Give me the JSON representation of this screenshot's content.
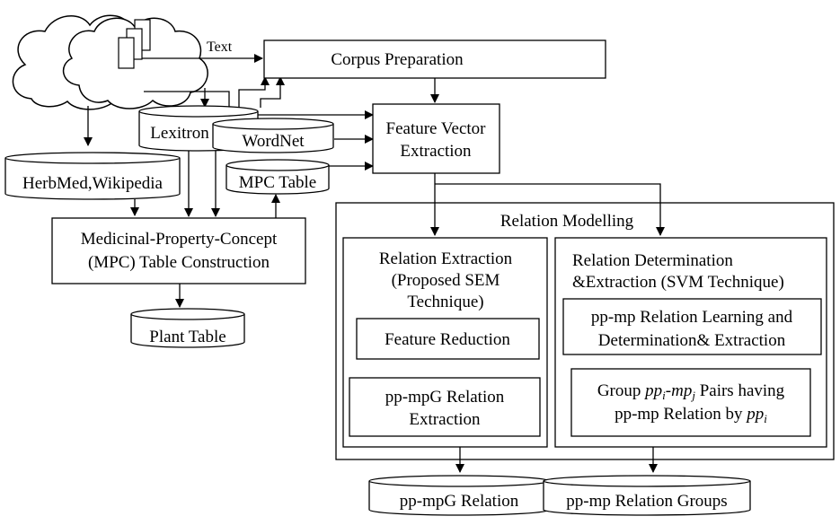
{
  "edge_labels": {
    "text": "Text"
  },
  "nodes": {
    "corpus_preparation": "Corpus Preparation",
    "feature_vector_extraction": [
      "Feature Vector",
      "Extraction"
    ],
    "mpc_table_construction": [
      "Medicinal-Property-Concept",
      "(MPC) Table Construction"
    ],
    "relation_modelling": "Relation Modelling",
    "relation_extraction_sem": [
      "Relation Extraction",
      "(Proposed SEM",
      "Technique)"
    ],
    "feature_reduction": "Feature Reduction",
    "ppmpg_relation_extraction": [
      "pp-mpG Relation",
      "Extraction"
    ],
    "relation_determination_svm": [
      "Relation Determination",
      "&Extraction (SVM Technique)"
    ],
    "ppmp_relation_learning": [
      "pp-mp Relation Learning and",
      "Determination& Extraction"
    ],
    "group_pairs": {
      "line1_prefix": "Group ",
      "line1_pp": "pp",
      "line1_sub_i": "i",
      "line1_dash": "-",
      "line1_mp": "mp",
      "line1_sub_j": "j",
      "line1_suffix": " Pairs having",
      "line2_prefix": "pp-mp Relation by ",
      "line2_pp": "pp",
      "line2_sub_i": "i"
    }
  },
  "datastores": {
    "lexitron": "Lexitron",
    "wordnet": "WordNet",
    "mpc_table": "MPC Table",
    "herbmed_wikipedia": "HerbMed,Wikipedia",
    "plant_table": "Plant Table",
    "ppmpg_relation": "pp-mpG Relation",
    "ppmp_relation_groups": "pp-mp Relation Groups"
  },
  "colors": {
    "stroke": "#000000",
    "fill": "#ffffff"
  }
}
